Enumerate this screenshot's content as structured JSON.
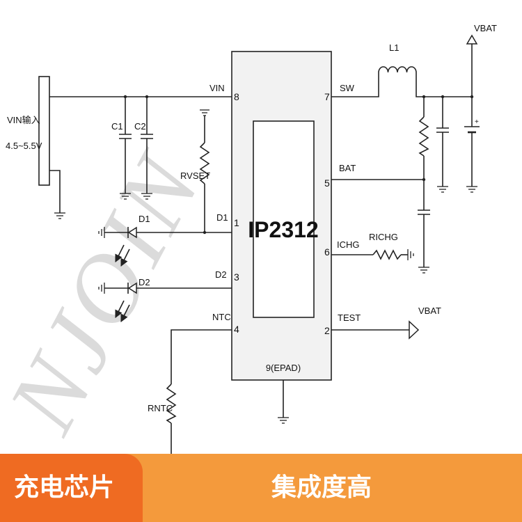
{
  "watermark": "NJOIN",
  "input": {
    "label_line1": "VIN输入",
    "label_line2": "4.5~5.5V"
  },
  "chip": {
    "name": "IP2312",
    "pad_label": "9(EPAD)",
    "pins": {
      "vin": {
        "name": "VIN",
        "num": "8"
      },
      "d1": {
        "name": "D1",
        "num": "1"
      },
      "d2": {
        "name": "D2",
        "num": "3"
      },
      "ntc": {
        "name": "NTC",
        "num": "4"
      },
      "sw": {
        "name": "SW",
        "num": "7"
      },
      "bat": {
        "name": "BAT",
        "num": "5"
      },
      "ichg": {
        "name": "ICHG",
        "num": "6"
      },
      "test": {
        "name": "TEST",
        "num": "2"
      }
    }
  },
  "components": {
    "c1": "C1",
    "c2": "C2",
    "rvset": "RVSET",
    "d1": "D1",
    "d2": "D2",
    "rntc": "RNTC",
    "l1": "L1",
    "richg": "RICHG",
    "vbat_top": "VBAT",
    "vbat_test": "VBAT"
  },
  "footer": {
    "left": "充电芯片",
    "right": "集成度高"
  },
  "colors": {
    "footer_left": "#ef6b22",
    "footer_right": "#f49a3c",
    "watermark": "#b8b8b8"
  }
}
